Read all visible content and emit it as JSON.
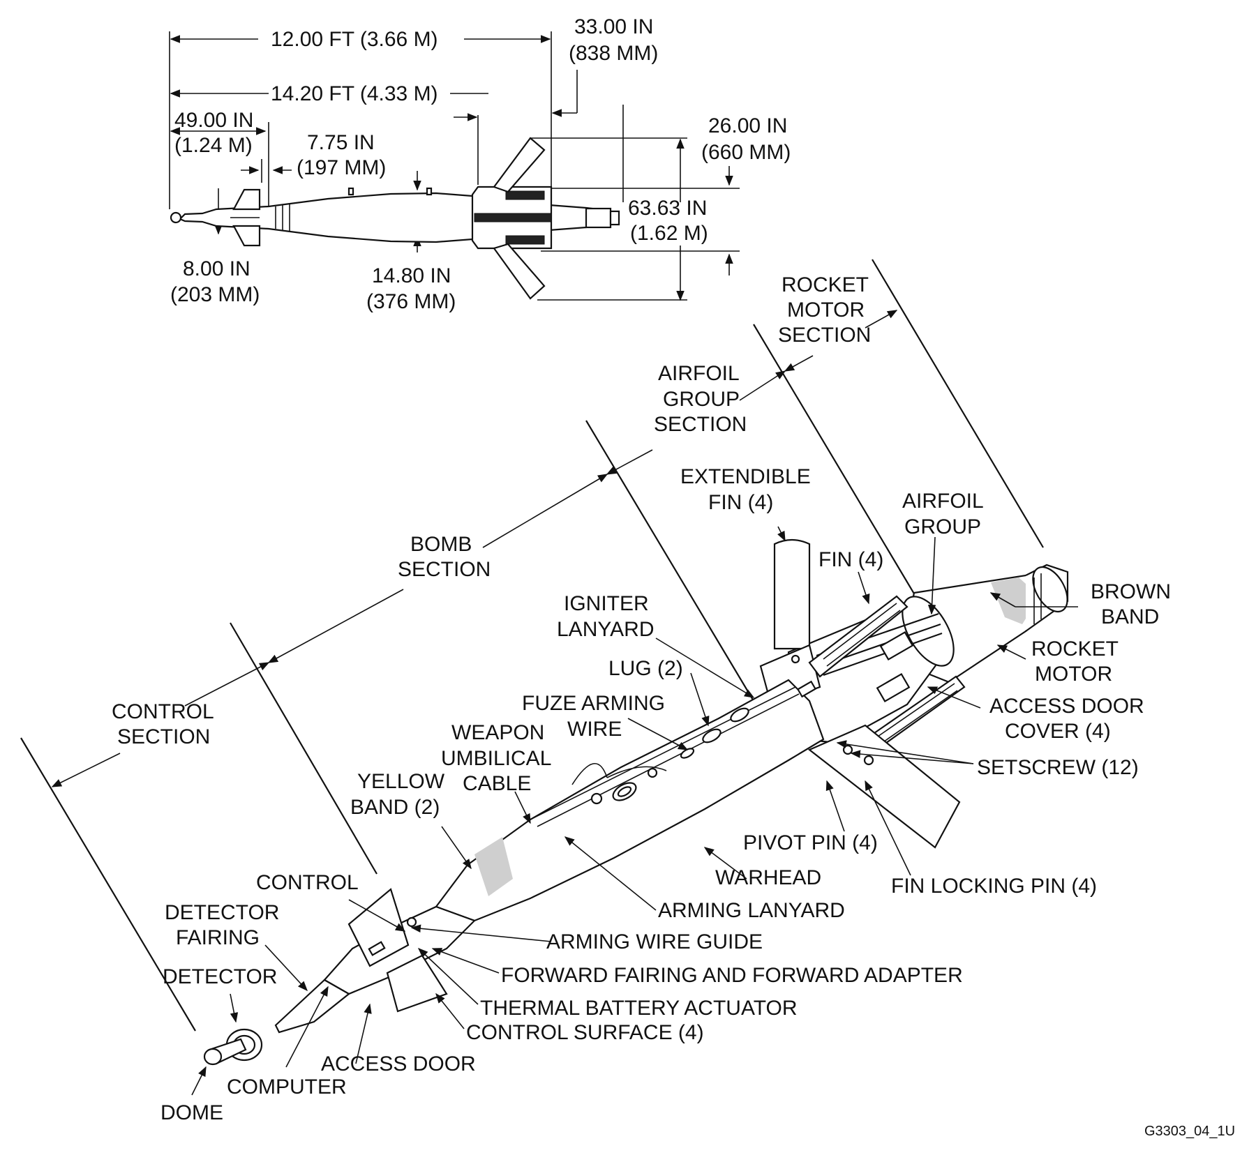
{
  "figure_id": "G3303_04_1U",
  "dimensions": {
    "length_12": "12.00 FT (3.66 M)",
    "length_14": "14.20 FT (4.33 M)",
    "d33_line1": "33.00 IN",
    "d33_line2": "(838 MM)",
    "d49_line1": "49.00 IN",
    "d49_line2": "(1.24 M)",
    "d775_line1": "7.75 IN",
    "d775_line2": "(197 MM)",
    "d26_line1": "26.00 IN",
    "d26_line2": "(660 MM)",
    "d6363_line1": "63.63 IN",
    "d6363_line2": "(1.62 M)",
    "d8_line1": "8.00 IN",
    "d8_line2": "(203 MM)",
    "d148_line1": "14.80 IN",
    "d148_line2": "(376 MM)"
  },
  "sections": {
    "rocket_motor": [
      "ROCKET",
      "MOTOR",
      "SECTION"
    ],
    "airfoil_group": [
      "AIRFOIL",
      "GROUP",
      "SECTION"
    ],
    "bomb": [
      "BOMB",
      "SECTION"
    ],
    "control": [
      "CONTROL",
      "SECTION"
    ]
  },
  "parts": {
    "extendible_fin": [
      "EXTENDIBLE",
      "FIN (4)"
    ],
    "fin": "FIN (4)",
    "airfoil_group": [
      "AIRFOIL",
      "GROUP"
    ],
    "brown_band": [
      "BROWN",
      "BAND"
    ],
    "rocket_motor": [
      "ROCKET",
      "MOTOR"
    ],
    "access_door_cover": [
      "ACCESS DOOR",
      "COVER (4)"
    ],
    "setscrew": "SETSCREW (12)",
    "igniter_lanyard": [
      "IGNITER",
      "LANYARD"
    ],
    "lug": "LUG (2)",
    "fuze_arming_wire": [
      "FUZE ARMING",
      "WIRE"
    ],
    "weapon_umbilical_cable": [
      "WEAPON",
      "UMBILICAL",
      "CABLE"
    ],
    "yellow_band": [
      "YELLOW",
      "BAND (2)"
    ],
    "pivot_pin": "PIVOT PIN (4)",
    "warhead": "WARHEAD",
    "fin_locking_pin": "FIN LOCKING PIN (4)",
    "arming_lanyard": "ARMING LANYARD",
    "control": "CONTROL",
    "arming_wire_guide": "ARMING WIRE GUIDE",
    "detector_fairing": [
      "DETECTOR",
      "FAIRING"
    ],
    "forward_fairing": "FORWARD FAIRING AND FORWARD ADAPTER",
    "detector": "DETECTOR",
    "thermal_battery": "THERMAL BATTERY ACTUATOR",
    "control_surface": "CONTROL SURFACE (4)",
    "access_door": "ACCESS DOOR",
    "computer": "COMPUTER",
    "dome": "DOME"
  }
}
